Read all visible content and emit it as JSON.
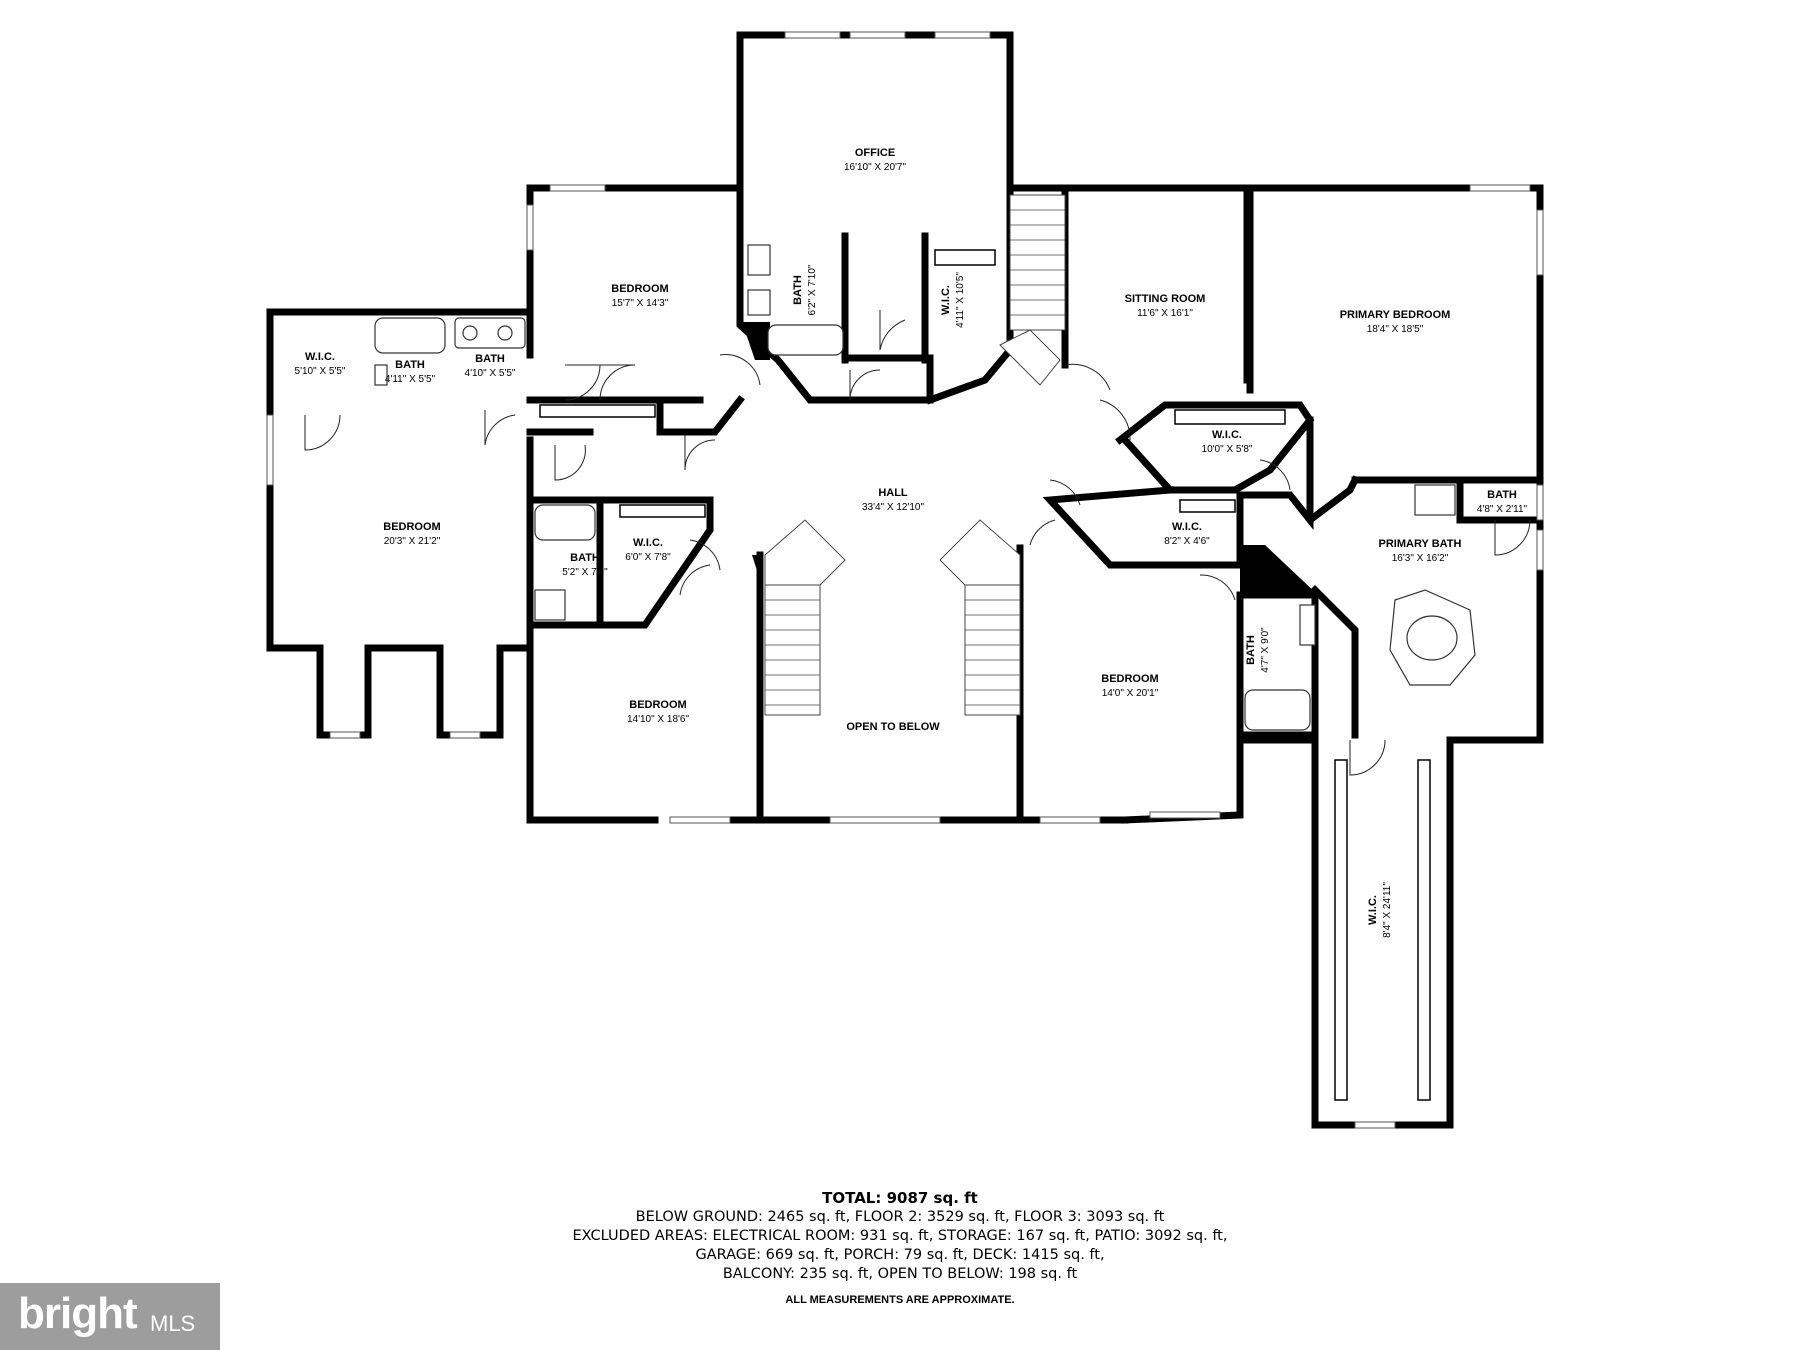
{
  "rooms": {
    "office": {
      "name": "OFFICE",
      "dims": "16'10\" X 20'7\""
    },
    "bedroom_top": {
      "name": "BEDROOM",
      "dims": "15'7\" X 14'3\""
    },
    "wic_left": {
      "name": "W.I.C.",
      "dims": "5'10\" X 5'5\""
    },
    "bath_left1": {
      "name": "BATH",
      "dims": "4'11\" X 5'5\""
    },
    "bath_left2": {
      "name": "BATH",
      "dims": "4'10\" X 5'5\""
    },
    "bath_office": {
      "name": "BATH",
      "dims": "6'2\" X 7'10\""
    },
    "wic_office": {
      "name": "W.I.C.",
      "dims": "4'11\" X 10'5\""
    },
    "sitting_room": {
      "name": "SITTING ROOM",
      "dims": "11'6\" X 16'1\""
    },
    "primary_bedroom": {
      "name": "PRIMARY BEDROOM",
      "dims": "18'4\" X 18'5\""
    },
    "wic_center": {
      "name": "W.I.C.",
      "dims": "10'0\" X 5'8\""
    },
    "hall": {
      "name": "HALL",
      "dims": "33'4\" X 12'10\""
    },
    "bedroom_left": {
      "name": "BEDROOM",
      "dims": "20'3\" X 21'2\""
    },
    "bath_mid": {
      "name": "BATH",
      "dims": "5'2\" X 7'8\""
    },
    "wic_mid": {
      "name": "W.I.C.",
      "dims": "6'0\" X 7'8\""
    },
    "wic_right": {
      "name": "W.I.C.",
      "dims": "8'2\" X 4'6\""
    },
    "bath_small": {
      "name": "BATH",
      "dims": "4'8\" X 2'11\""
    },
    "primary_bath": {
      "name": "PRIMARY BATH",
      "dims": "16'3\" X 16'2\""
    },
    "bedroom_bottom": {
      "name": "BEDROOM",
      "dims": "14'10\" X 18'6\""
    },
    "open_below": {
      "name": "OPEN TO BELOW",
      "dims": ""
    },
    "bedroom_right": {
      "name": "BEDROOM",
      "dims": "14'0\" X 20'1\""
    },
    "bath_right": {
      "name": "BATH",
      "dims": "4'7\" X 9'0\""
    },
    "wic_long": {
      "name": "W.I.C.",
      "dims": "8'4\" X 24'11\""
    }
  },
  "summary": {
    "total": "TOTAL: 9087 sq. ft",
    "line1": "BELOW GROUND: 2465 sq. ft, FLOOR 2: 3529 sq. ft, FLOOR 3: 3093 sq. ft",
    "line2": "EXCLUDED AREAS: ELECTRICAL ROOM: 931 sq. ft, STORAGE: 167 sq. ft, PATIO: 3092 sq. ft,",
    "line3": "GARAGE: 669 sq. ft, PORCH: 79 sq. ft, DECK: 1415 sq. ft,",
    "line4": "BALCONY: 235 sq. ft, OPEN TO BELOW: 198 sq. ft",
    "note": "ALL MEASUREMENTS ARE APPROXIMATE."
  },
  "logo": {
    "brand": "bright",
    "suffix": "MLS"
  }
}
